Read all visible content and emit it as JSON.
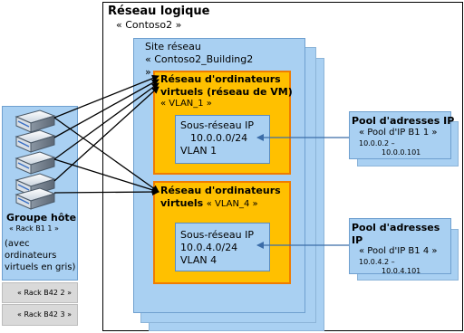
{
  "logical_network": {
    "title": "Réseau logique",
    "name": "« Contoso2 »"
  },
  "site": {
    "label": "Site réseau",
    "name": "« Contoso2_Building2",
    "name_end": "»"
  },
  "vm_network_1": {
    "title_line1": "Réseau d'ordinateurs",
    "title_line2": "virtuels (réseau de VM)",
    "vlan": "« VLAN_1 »",
    "subnet_label": "Sous-réseau IP",
    "subnet": "10.0.0.0/24",
    "vlan_id": "VLAN 1"
  },
  "vm_network_2": {
    "title_line1": "Réseau d'ordinateurs",
    "title_line2": "virtuels",
    "vlan": "« VLAN_4 »",
    "subnet_label": "Sous-réseau IP",
    "subnet": "10.0.4.0/24",
    "vlan_id": "VLAN 4"
  },
  "pool_1": {
    "title": "Pool d'adresses IP",
    "name": "« Pool d'IP B1 1 »",
    "range_start": "10.0.0.2 –",
    "range_end": "10.0.0.101"
  },
  "pool_2": {
    "title_line1": "Pool d'adresses",
    "title_line2": "IP",
    "name": "« Pool d'IP B1 4 »",
    "range_start": "10.0.4.2 –",
    "range_end": "10.0.4.101"
  },
  "host_group": {
    "title": "Groupe hôte",
    "rack": "« Rack B1 1 »",
    "note_line1": "(avec",
    "note_line2": "ordinateurs",
    "note_line3": "virtuels en gris)",
    "other_racks": [
      "« Rack B42 2 »",
      "« Rack B42 3 »"
    ]
  },
  "colors": {
    "blue_fill": "#a9d0f2",
    "gold_fill": "#ffc000",
    "gold_border": "#f07c00",
    "arrow": "#3b6ca8"
  }
}
